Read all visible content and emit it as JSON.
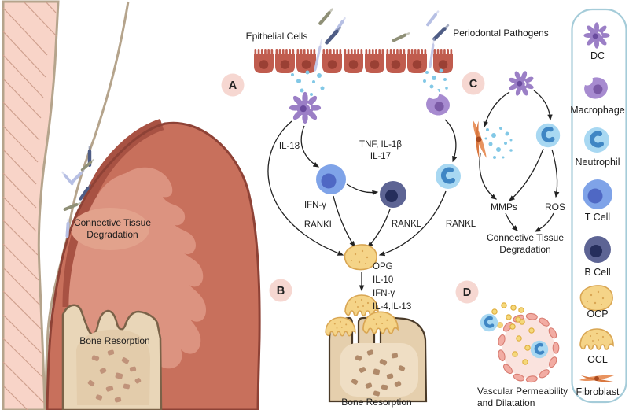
{
  "figure": {
    "top_labels": {
      "epithelial": "Epithelial Cells",
      "pathogens": "Periodontal Pathogens"
    },
    "badges": {
      "a": "A",
      "b": "B",
      "c": "C",
      "d": "D"
    },
    "left_panel": {
      "ctd_line1": "Connective Tissue",
      "ctd_line2": "Degradation",
      "bone_resorption": "Bone Resorption"
    },
    "panel_ab": {
      "il18": "IL-18",
      "tnf_line1": "TNF, IL-1β",
      "tnf_line2": "IL-17",
      "ifn_gamma": "IFN-γ",
      "rankl_left": "RANKL",
      "rankl_mid": "RANKL",
      "rankl_right": "RANKL",
      "opg": "OPG",
      "il10": "IL-10",
      "ifn_gamma2": "IFN-γ",
      "il4_il13": "IL-4,IL-13",
      "bone_resorption": "Bone Resorption"
    },
    "panel_c": {
      "mmps": "MMPs",
      "ros": "ROS",
      "ctd_line1": "Connective Tissue",
      "ctd_line2": "Degradation"
    },
    "panel_d": {
      "line1": "Vascular Permeability",
      "line2": "and Dilatation"
    },
    "legend": {
      "items": [
        {
          "label": "DC"
        },
        {
          "label": "Macrophage"
        },
        {
          "label": "Neutrophil"
        },
        {
          "label": "T Cell"
        },
        {
          "label": "B Cell"
        },
        {
          "label": "OCP"
        },
        {
          "label": "OCL"
        },
        {
          "label": "Fibroblast"
        }
      ]
    },
    "colors": {
      "epithelial": "#c05c4e",
      "epithelial_nucleus": "#9a4034",
      "gum": "#c8705c",
      "gum_outline": "#8e4236",
      "gum_inner": "#dc9380",
      "tooth_fill": "#f8d4c8",
      "tooth_outline": "#b5a48c",
      "bone_fill": "#e9d6b8",
      "bone_outline": "#6b543c",
      "dc": "#9b7fc6",
      "macrophage": "#a78bd0",
      "neutrophil": "#a8d8f2",
      "neutrophil_nucleus": "#3f86c4",
      "t_cell": "#7fa3e8",
      "t_cell_nucleus": "#4f68c4",
      "b_cell": "#5d6494",
      "b_cell_nucleus": "#262e5c",
      "ocp_ocl": "#f5d488",
      "ocp_outline": "#d9a653",
      "fibroblast": "#e0804d",
      "vessel_wall": "#f2aca3",
      "vessel_inner": "#fae3de",
      "cytokine_dot": "#82c8e6",
      "yellow_dot": "#f5d87a",
      "badge_bg": "#f6d7d1",
      "legend_border": "#a5ccd9"
    }
  }
}
